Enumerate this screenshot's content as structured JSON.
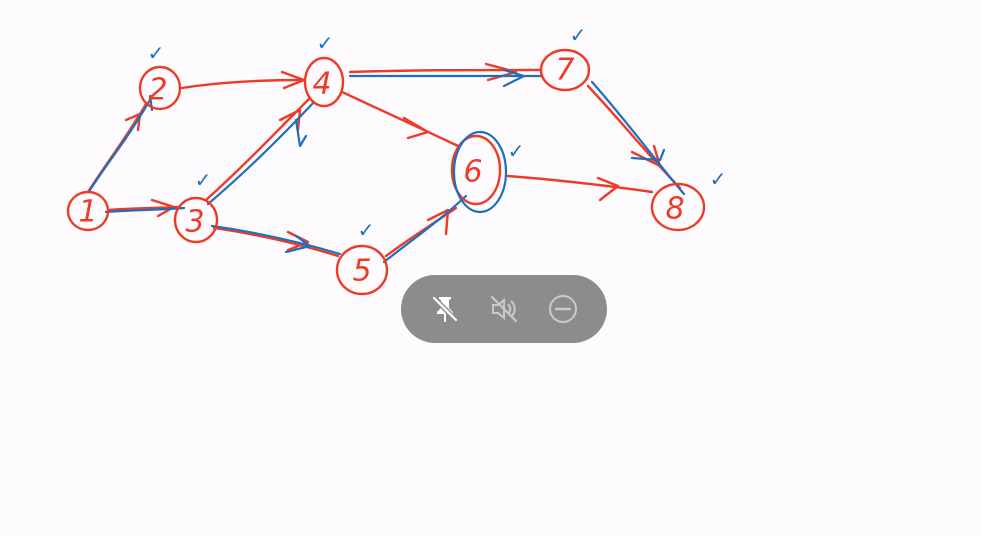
{
  "graph": {
    "nodes": [
      {
        "id": "1",
        "label": "1",
        "checked": false
      },
      {
        "id": "2",
        "label": "2",
        "checked": true
      },
      {
        "id": "3",
        "label": "3",
        "checked": true
      },
      {
        "id": "4",
        "label": "4",
        "checked": true
      },
      {
        "id": "5",
        "label": "5",
        "checked": true
      },
      {
        "id": "6",
        "label": "6",
        "checked": true
      },
      {
        "id": "7",
        "label": "7",
        "checked": true
      },
      {
        "id": "8",
        "label": "8",
        "checked": true
      }
    ],
    "edges": [
      {
        "from": "1",
        "to": "2",
        "highlighted": true
      },
      {
        "from": "1",
        "to": "3",
        "highlighted": true
      },
      {
        "from": "2",
        "to": "4",
        "highlighted": false
      },
      {
        "from": "3",
        "to": "4",
        "highlighted": true
      },
      {
        "from": "3",
        "to": "5",
        "highlighted": true
      },
      {
        "from": "4",
        "to": "7",
        "highlighted": true
      },
      {
        "from": "4",
        "to": "6",
        "highlighted": false
      },
      {
        "from": "5",
        "to": "6",
        "highlighted": true
      },
      {
        "from": "6",
        "to": "8",
        "highlighted": false
      },
      {
        "from": "7",
        "to": "8",
        "highlighted": true
      }
    ],
    "check_mark": "✓",
    "colors": {
      "ink_red": "#ee3b26",
      "ink_blue": "#1d6fc0",
      "background": "#fdfbfd"
    }
  },
  "toolbar": {
    "background": "#8b8c8e",
    "buttons": [
      {
        "icon": "unpin-icon",
        "active": true
      },
      {
        "icon": "mute-icon",
        "active": false
      },
      {
        "icon": "minus-circle-icon",
        "active": false
      }
    ]
  }
}
